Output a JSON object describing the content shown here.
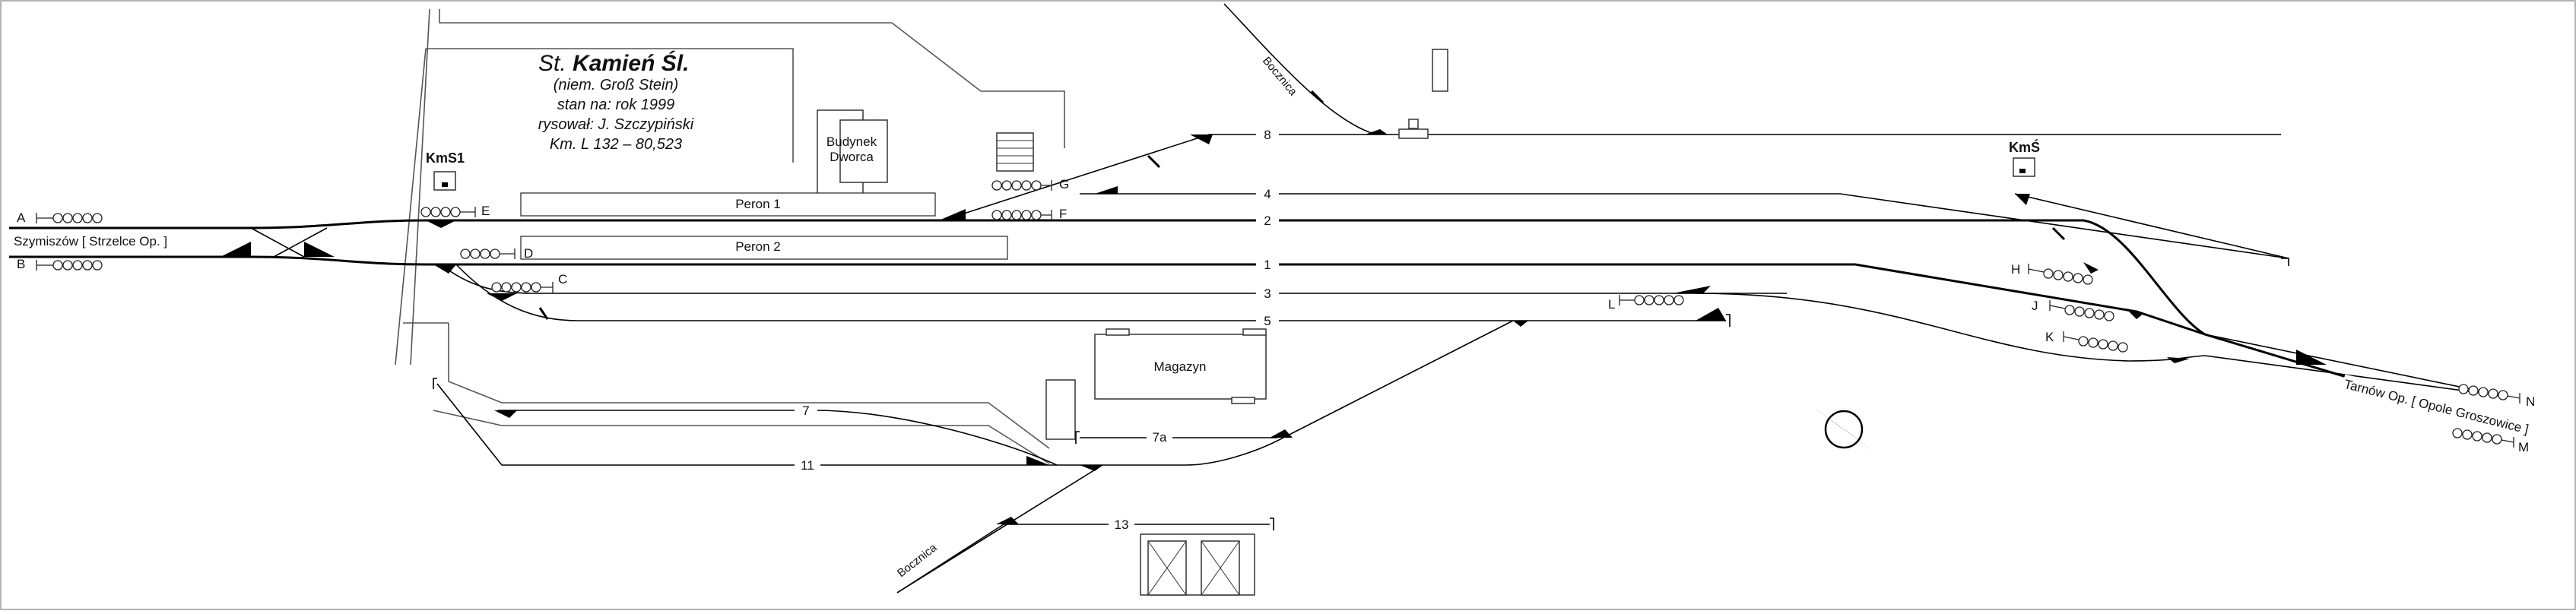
{
  "header": {
    "line1_prefix": "St.",
    "line1_name": "Kamień Śl.",
    "line2": "(niem. Groß Stein)",
    "line3": "stan na: rok 1999",
    "line4": "rysował: J. Szczypiński",
    "line5": "Km. L 132 – 80,523"
  },
  "buildings": {
    "station_l1": "Budynek",
    "station_l2": "Dworca",
    "warehouse": "Magazyn"
  },
  "platforms": {
    "p1": "Peron 1",
    "p2": "Peron 2"
  },
  "signal_boxes": {
    "west": "KmS1",
    "east": "KmŚ"
  },
  "directions": {
    "west": "Szymiszów [ Strzelce Op. ]",
    "east": "Tarnów Op. [ Opole Groszowice ]",
    "siding_n": "Bocznica",
    "siding_s": "Bocznica"
  },
  "tracks": {
    "t8": "8",
    "t4": "4",
    "t2": "2",
    "t1": "1",
    "t3": "3",
    "t5": "5",
    "t7": "7",
    "t7a": "7a",
    "t11": "11",
    "t13": "13"
  },
  "signals": {
    "A": "A",
    "B": "B",
    "C": "C",
    "D": "D",
    "E": "E",
    "F": "F",
    "G": "G",
    "H": "H",
    "J": "J",
    "K": "K",
    "L": "L",
    "M": "M",
    "N": "N"
  }
}
